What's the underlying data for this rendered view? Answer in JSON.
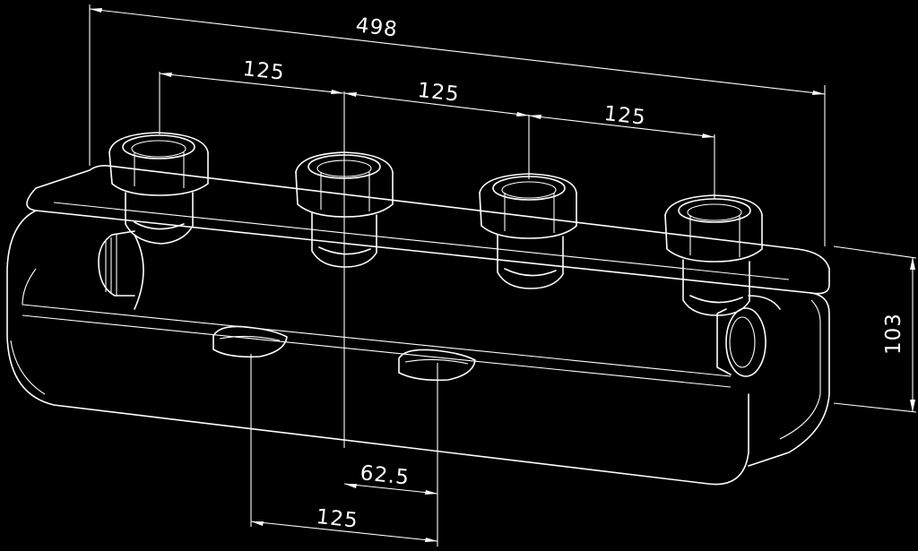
{
  "dimensions": {
    "overall_length": "498",
    "spacing_top_1": "125",
    "spacing_top_2": "125",
    "spacing_top_3": "125",
    "height": "103",
    "bottom_offset": "62.5",
    "bottom_spacing": "125"
  }
}
